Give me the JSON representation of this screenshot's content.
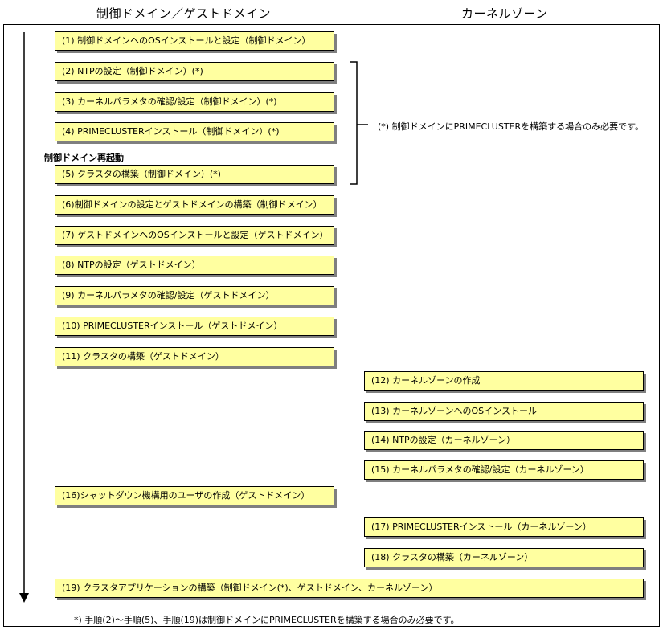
{
  "headers": {
    "left": "制御ドメイン／ゲストドメイン",
    "right": "カーネルゾーン"
  },
  "steps": [
    "(1) 制御ドメインへのOSインストールと設定（制御ドメイン）",
    "(2) NTPの設定（制御ドメイン）(*)",
    "(3) カーネルパラメタの確認/設定（制御ドメイン）(*)",
    "(4) PRIMECLUSTERインストール（制御ドメイン）(*)",
    "(5) クラスタの構築（制御ドメイン）(*)",
    "(6)制御ドメインの設定とゲストドメインの構築（制御ドメイン）",
    "(7) ゲストドメインへのOSインストールと設定（ゲストドメイン）",
    "(8) NTPの設定（ゲストドメイン）",
    "(9) カーネルパラメタの確認/設定（ゲストドメイン）",
    "(10) PRIMECLUSTERインストール（ゲストドメイン）",
    "(11) クラスタの構築（ゲストドメイン）",
    "(12) カーネルゾーンの作成",
    "(13) カーネルゾーンへのOSインストール",
    "(14) NTPの設定（カーネルゾーン）",
    "(15) カーネルパラメタの確認/設定（カーネルゾーン）",
    "(16)シャットダウン機構用のユーザの作成（ゲストドメイン）",
    "(17) PRIMECLUSTERインストール（カーネルゾーン）",
    "(18) クラスタの構築（カーネルゾーン）",
    "(19) クラスタアプリケーションの構築（制御ドメイン(*)、ゲストドメイン、カーネルゾーン）"
  ],
  "reboot_label": "制御ドメイン再起動",
  "bracket_note": "(*) 制御ドメインにPRIMECLUSTERを構築する場合のみ必要です。",
  "footnote": "*) 手順(2)～手順(5)、手順(19)は制御ドメインにPRIMECLUSTERを構築する場合のみ必要です。",
  "colors": {
    "box_fill": "#ffffa0",
    "box_shadow": "#7f7f7f",
    "line": "#000000"
  }
}
